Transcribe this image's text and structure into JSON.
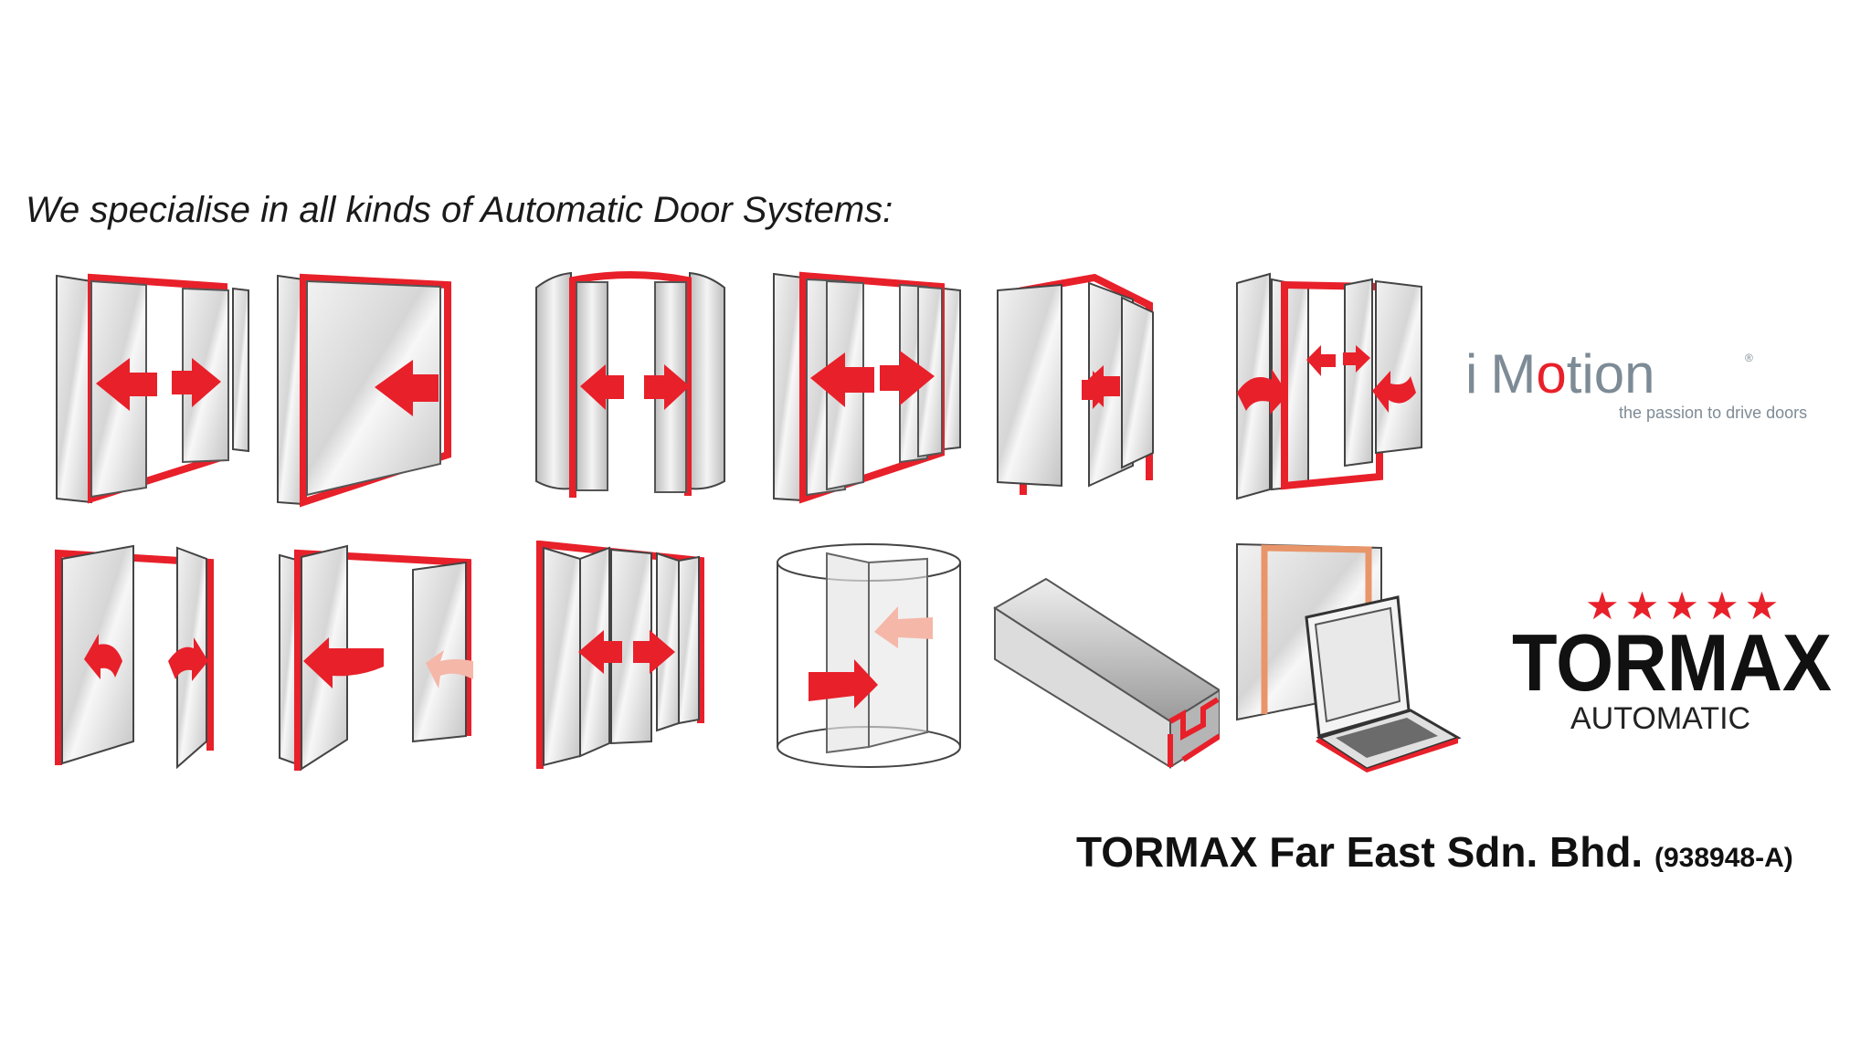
{
  "headline": "We specialise in all kinds of Automatic Door Systems:",
  "doors": [
    "sliding-door-bi-parting",
    "sliding-door-single",
    "curved-sliding-door",
    "telescopic-sliding-door",
    "corner-sliding-door",
    "folding-door",
    "swing-door-double",
    "swing-door-single",
    "folding-sliding-door",
    "revolving-door",
    "door-drive-profile",
    "door-control-laptop"
  ],
  "imotion": {
    "brand_i": "i",
    "brand_rest": "M",
    "brand_o": "o",
    "brand_tail": "tion",
    "registered": "®",
    "tagline": "the passion to drive doors"
  },
  "tormax": {
    "stars": "★★★★★",
    "name": "TORMAX",
    "sub": "AUTOMATIC"
  },
  "company": {
    "name": "TORMAX Far East Sdn. Bhd.",
    "reg": "(938948-A)"
  },
  "colors": {
    "red": "#e8202a",
    "grey": "#c8c8c8",
    "dark": "#111111",
    "imotion_grey": "#7d8b96"
  }
}
